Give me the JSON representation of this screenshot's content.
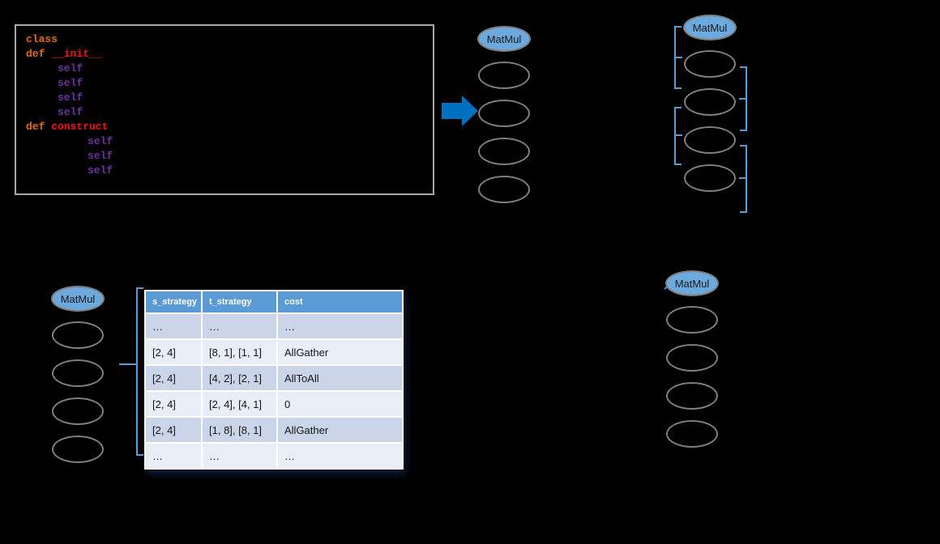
{
  "code_panel": {
    "class_kw": "class",
    "def_kw_1": "def",
    "init_name": "__init__",
    "self_1": "self",
    "self_2": "self",
    "self_3": "self",
    "self_4": "self",
    "def_kw_2": "def",
    "construct_name": "construct",
    "self_5": "self",
    "self_6": "self",
    "self_7": "self"
  },
  "node_columns": {
    "top_middle": {
      "label": "MatMul"
    },
    "top_right": {
      "label": "MatMul"
    },
    "bottom_left": {
      "label": "MatMul"
    },
    "bottom_right": {
      "label": "MatMul"
    }
  },
  "strategy_table": {
    "headers": [
      "s_strategy",
      "t_strategy",
      "cost"
    ],
    "rows": [
      [
        "…",
        "…",
        "…"
      ],
      [
        "[2, 4]",
        "[8, 1], [1, 1]",
        "AllGather"
      ],
      [
        "[2, 4]",
        "[4, 2], [2, 1]",
        "AllToAll"
      ],
      [
        "[2, 4]",
        "[2, 4], [4, 1]",
        "0"
      ],
      [
        "[2, 4]",
        "[1, 8], [8, 1]",
        "AllGather"
      ],
      [
        "…",
        "…",
        "…"
      ]
    ]
  },
  "colors": {
    "arrow_blue": "#0070C0",
    "bracket_blue": "#5B9BD5",
    "node_fill": "#6CA9DC",
    "node_border": "#7F7F7F",
    "table_header_bg": "#5B9BD5",
    "band_dark": "#CBD5EA",
    "band_light": "#E9EDF5",
    "keyword_orange": "#E36C09",
    "func_name_red": "#FF0F0F",
    "self_purple": "#7030A0"
  }
}
